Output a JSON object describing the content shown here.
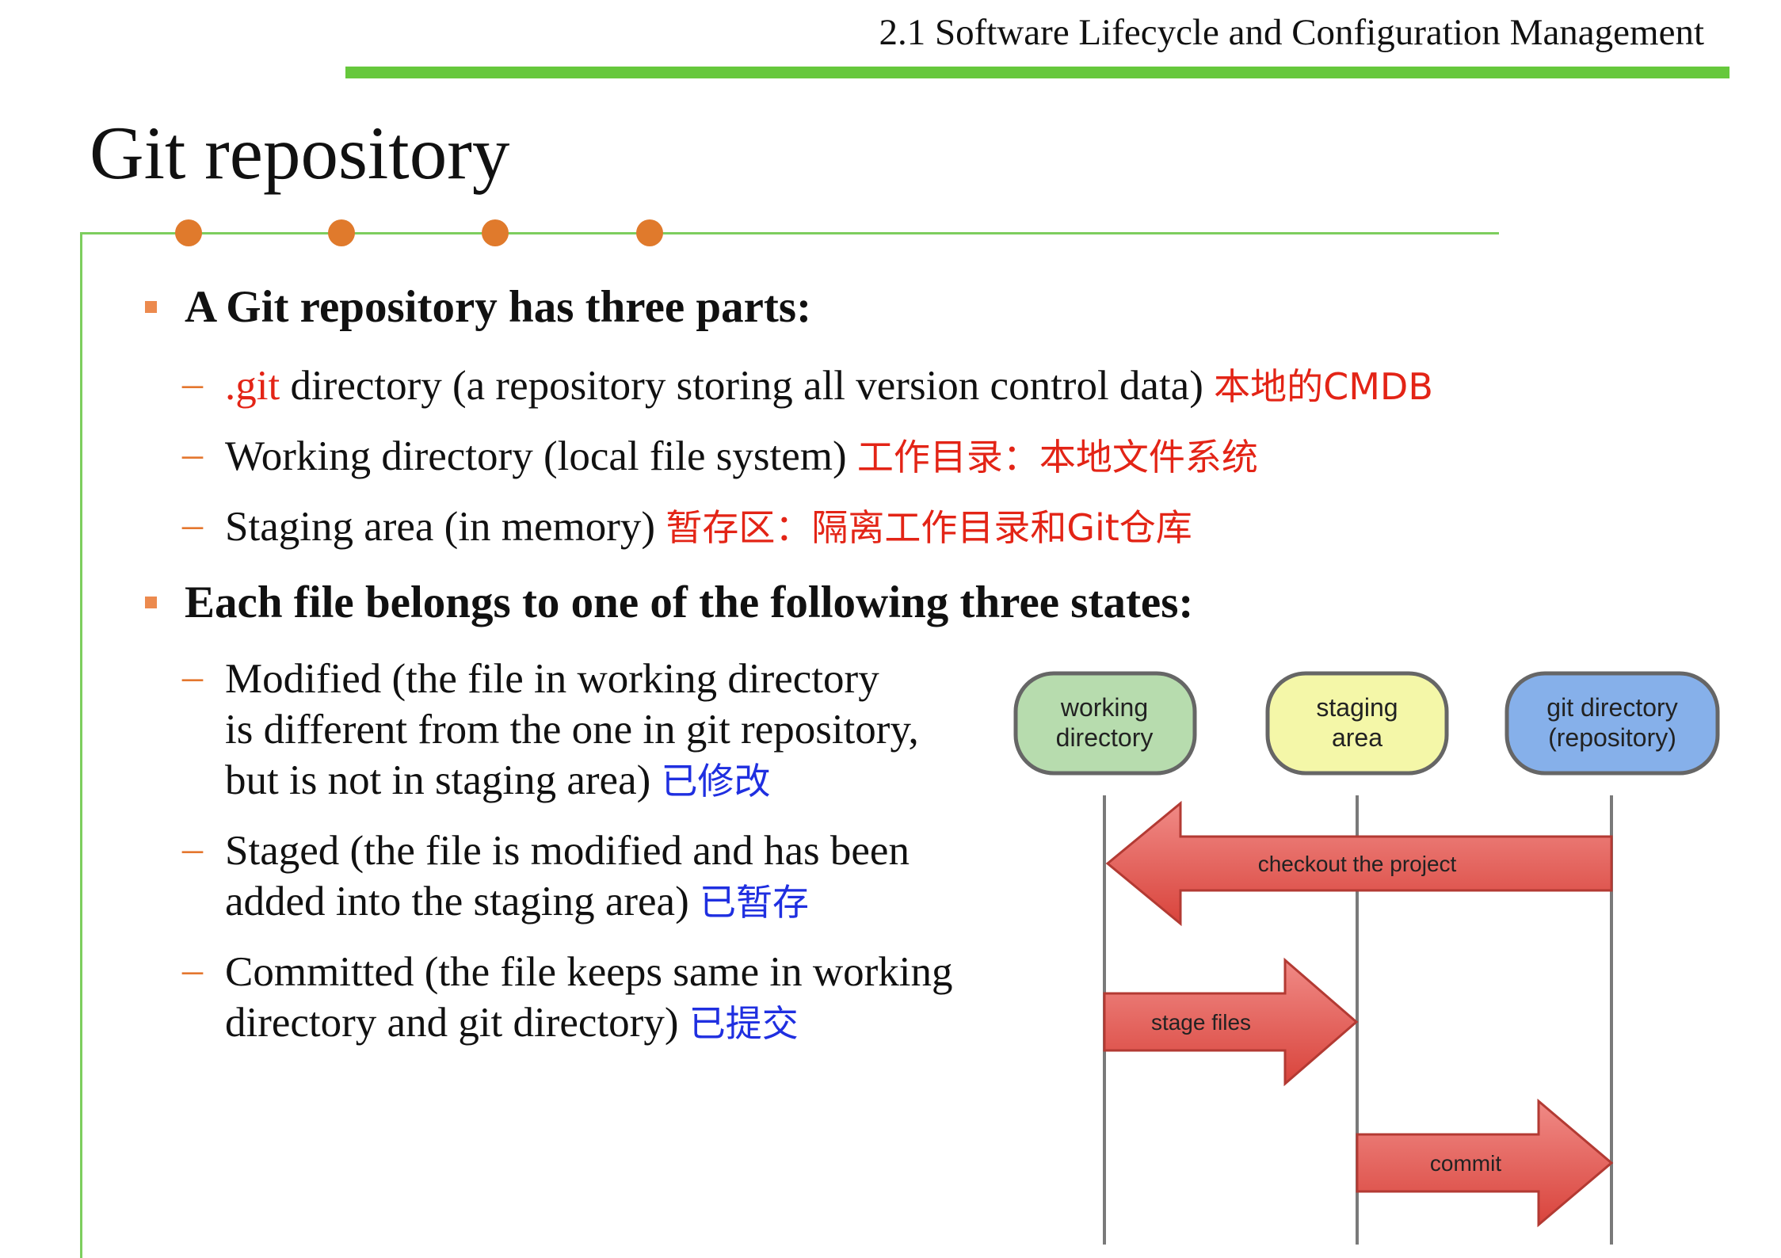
{
  "header": {
    "section": "2.1 Software Lifecycle and Configuration Management"
  },
  "slide": {
    "title": "Git repository"
  },
  "colors": {
    "accent_green": "#66c83c",
    "dot_orange": "#e07a2c",
    "red_note": "#e32416",
    "blue_note": "#1f2fe0"
  },
  "bullets": [
    {
      "text": "A Git repository has three parts:",
      "items": [
        {
          "prefix": ".git",
          "text": " directory (a repository storing all version control data) ",
          "note": "本地的CMDB"
        },
        {
          "text": "Working directory (local file system) ",
          "note": "工作目录：本地文件系统"
        },
        {
          "text": "Staging area (in memory) ",
          "note": "暂存区：隔离工作目录和Git仓库"
        }
      ]
    },
    {
      "text": "Each file belongs to one of the following three states:",
      "items": [
        {
          "line1": "Modified (the file in working directory",
          "line2": "is different from the one in git repository,",
          "line3": "but is not in staging area) ",
          "note": "已修改"
        },
        {
          "line1": "Staged (the file is modified and has been",
          "line2": "added into the staging area) ",
          "note": "已暂存"
        },
        {
          "line1": "Committed (the file keeps same in working",
          "line2": "directory and git directory) ",
          "note": "已提交"
        }
      ]
    }
  ],
  "diagram": {
    "nodes": [
      {
        "line1": "working",
        "line2": "directory",
        "color": "#b7dcae"
      },
      {
        "line1": "staging",
        "line2": "area",
        "color": "#f4f7a8"
      },
      {
        "line1": "git directory",
        "line2": "(repository)",
        "color": "#86b0ea"
      }
    ],
    "arrows": [
      {
        "label": "checkout the project",
        "from": "git directory",
        "to": "working directory"
      },
      {
        "label": "stage files",
        "from": "working directory",
        "to": "staging area"
      },
      {
        "label": "commit",
        "from": "staging area",
        "to": "git directory"
      }
    ]
  }
}
